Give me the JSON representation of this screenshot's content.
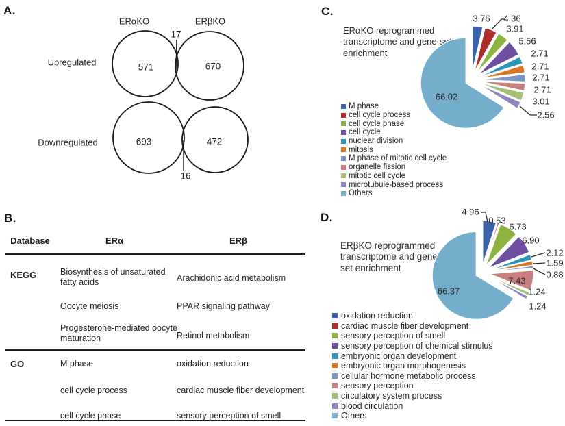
{
  "panel_a": {
    "label": "A.",
    "col_headers": [
      "ERαKO",
      "ERβKO"
    ],
    "rows": [
      {
        "label": "Upregulated",
        "left": "571",
        "overlap": "17",
        "right": "670"
      },
      {
        "label": "Downregulated",
        "left": "693",
        "overlap": "16",
        "right": "472"
      }
    ]
  },
  "panel_b": {
    "label": "B.",
    "headers": [
      "Database",
      "ERα",
      "ERβ"
    ],
    "groups": [
      {
        "database": "KEGG",
        "rows": [
          {
            "era": "Biosynthesis of unsaturated fatty acids",
            "erb": "Arachidonic acid metabolism"
          },
          {
            "era": "Oocyte meiosis",
            "erb": "PPAR signaling pathway"
          },
          {
            "era": "Progesterone-mediated oocyte maturation",
            "erb": "Retinol metabolism"
          }
        ]
      },
      {
        "database": "GO",
        "rows": [
          {
            "era": "M phase",
            "erb": "oxidation reduction"
          },
          {
            "era": "cell cycle process",
            "erb": "cardiac muscle fiber development"
          },
          {
            "era": "cell cycle phase",
            "erb": "sensory perception of smell"
          }
        ]
      }
    ]
  },
  "panel_c": {
    "label": "C."
  },
  "panel_d": {
    "label": "D."
  },
  "chart_data": [
    {
      "type": "pie",
      "panel": "C",
      "title": "ERαKO reprogrammed transcriptome and gene-set enrichment",
      "title_lines": [
        "ERαKO reprogrammed",
        "transcriptome and gene-set",
        "enrichment"
      ],
      "start_angle_deg": 0,
      "direction": "clockwise",
      "legend_position": "bottom-left",
      "slices": [
        {
          "label": "M phase",
          "value": 3.76,
          "color": "#3b62a8"
        },
        {
          "label": "cell cycle process",
          "value": 4.36,
          "color": "#b02c2c",
          "leader": true
        },
        {
          "label": "cell cycle phase",
          "value": 3.91,
          "color": "#8cb23f"
        },
        {
          "label": "cell cycle",
          "value": 5.56,
          "color": "#6f4f9f"
        },
        {
          "label": "nuclear division",
          "value": 2.71,
          "color": "#2d94b5"
        },
        {
          "label": "mitosis",
          "value": 2.71,
          "color": "#d97729"
        },
        {
          "label": "M phase of mitotic cell cycle",
          "value": 2.71,
          "color": "#7b97c9"
        },
        {
          "label": "organelle fission",
          "value": 2.71,
          "color": "#c87f7e"
        },
        {
          "label": "mitotic cell cycle",
          "value": 3.01,
          "color": "#a5bf77"
        },
        {
          "label": "microtubule-based process",
          "value": 2.56,
          "color": "#9186c0",
          "leader": true
        },
        {
          "label": "Others",
          "value": 66.02,
          "color": "#74aecb",
          "label_inside": true
        }
      ]
    },
    {
      "type": "pie",
      "panel": "D",
      "title": "ERβKO reprogrammed transcriptome and gene-set enrichment",
      "title_lines": [
        "ERβKO reprogrammed",
        "transcriptome and gene-",
        "set enrichment"
      ],
      "start_angle_deg": 0,
      "direction": "clockwise",
      "legend_position": "bottom-left",
      "slices": [
        {
          "label": "oxidation reduction",
          "value": 4.96,
          "color": "#3b62a8",
          "leader": true
        },
        {
          "label": "cardiac muscle fiber development",
          "value": 0.53,
          "color": "#b02c2c"
        },
        {
          "label": "sensory perception of smell",
          "value": 6.73,
          "color": "#8cb23f"
        },
        {
          "label": "sensory perception of chemical stimulus",
          "value": 6.9,
          "color": "#6f4f9f"
        },
        {
          "label": "embryonic organ development",
          "value": 2.12,
          "color": "#2d94b5",
          "leader": true
        },
        {
          "label": "embryonic organ morphogenesis",
          "value": 1.59,
          "color": "#d97729",
          "leader": true
        },
        {
          "label": "cellular hormone metabolic process",
          "value": 0.88,
          "color": "#7b97c9",
          "leader": true
        },
        {
          "label": "sensory perception",
          "value": 7.43,
          "color": "#c87f7e",
          "label_inside": true
        },
        {
          "label": "circulatory system process",
          "value": 1.24,
          "color": "#a5bf77"
        },
        {
          "label": "blood circulation",
          "value": 1.24,
          "color": "#9186c0"
        },
        {
          "label": "Others",
          "value": 66.37,
          "color": "#74aecb",
          "label_inside": true
        }
      ]
    }
  ]
}
